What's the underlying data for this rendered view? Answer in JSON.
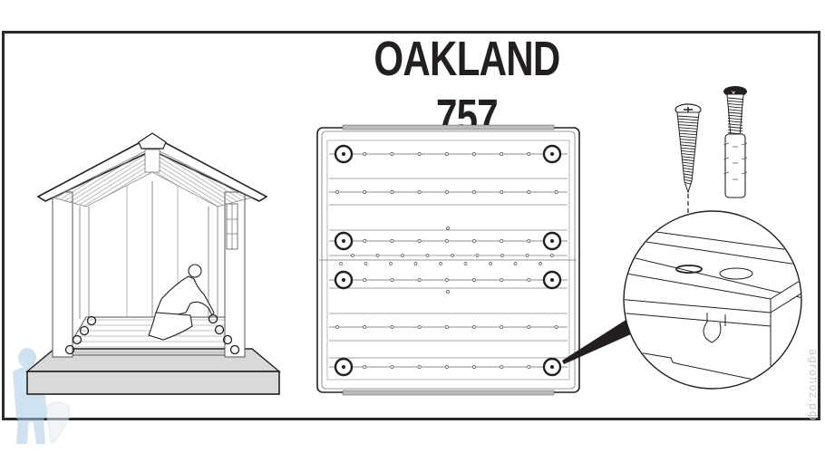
{
  "diagram": {
    "title": "OAKLAND 757",
    "panels": [
      {
        "name": "shed-interior-view",
        "description": "Person kneeling inside shed fastening floor screws; circles mark screw points along floor edges"
      },
      {
        "name": "floor-top-view",
        "description": "Top-down view of floor panel with 8 circled screw locations"
      },
      {
        "name": "hardware-detail",
        "description": "Screw and wall plug (anchor) with dashed line into floor hole, magnified circle detail"
      }
    ],
    "hardware": {
      "screw_label": "screw",
      "plug_label": "wall-plug"
    },
    "floor_markers": {
      "count": 8
    },
    "shed_markers": {
      "left_count": 4,
      "right_count": 4
    },
    "watermark": "agrohoz.pф",
    "colors": {
      "line": "#231f20",
      "base_fill": "#d9d9d9",
      "watermark_figure": "#a8cbe6"
    }
  }
}
